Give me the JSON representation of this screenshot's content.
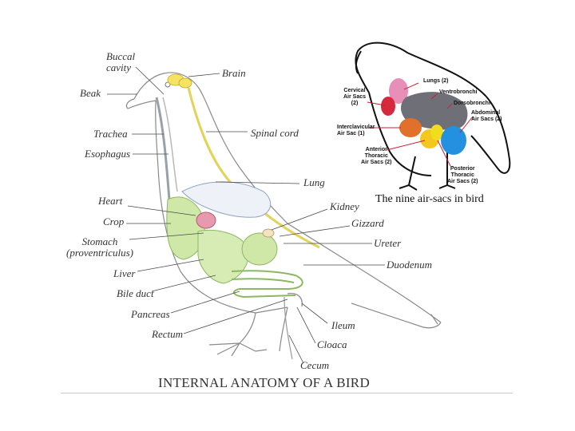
{
  "diagram": {
    "title": "INTERNAL ANATOMY OF A BIRD",
    "labels": {
      "buccal_cavity": "Buccal cavity",
      "beak": "Beak",
      "brain": "Brain",
      "trachea": "Trachea",
      "esophagus": "Esophagus",
      "spinal_cord": "Spinal cord",
      "lung": "Lung",
      "kidney": "Kidney",
      "heart": "Heart",
      "crop": "Crop",
      "stomach": "Stomach (proventriculus)",
      "gizzard": "Gizzard",
      "ureter": "Ureter",
      "liver": "Liver",
      "duodenum": "Duodenum",
      "bile_duct": "Bile duct",
      "pancreas": "Pancreas",
      "rectum": "Rectum",
      "ileum": "Ileum",
      "cloaca": "Cloaca",
      "cecum": "Cecum"
    },
    "inset": {
      "caption": "The nine air-sacs in bird",
      "labels": {
        "lungs": "Lungs (2)",
        "cervical": "Cervical\nAir Sacs\n(2)",
        "ventrobronchi": "Ventrobronchi",
        "dorsobronchi": "Dorsobronchi",
        "abdominal": "Abdominal\nAir Sacs (2)",
        "interclavicular": "Interclavicular\nAir Sac (1)",
        "anterior_thoracic": "Anterior\nThoracic\nAir Sacs (2)",
        "posterior_thoracic": "Posterior\nThoracic\nAir Sacs (2)"
      },
      "colors": {
        "lungs": "#e88fb9",
        "cervical": "#d42a3c",
        "bronchi": "#6f6f78",
        "abdominal": "#2390e0",
        "interclavicular": "#e0702a",
        "anterior_thoracic": "#f2c81e",
        "posterior_thoracic": "#f2dc1e"
      }
    },
    "colors": {
      "outline": "#7a7a7a",
      "brain": "#f5e463",
      "spinal_cord": "#e9e08a",
      "digestive": "#cfe8a8",
      "heart": "#e79aae",
      "lung": "#d9e2f2"
    }
  }
}
